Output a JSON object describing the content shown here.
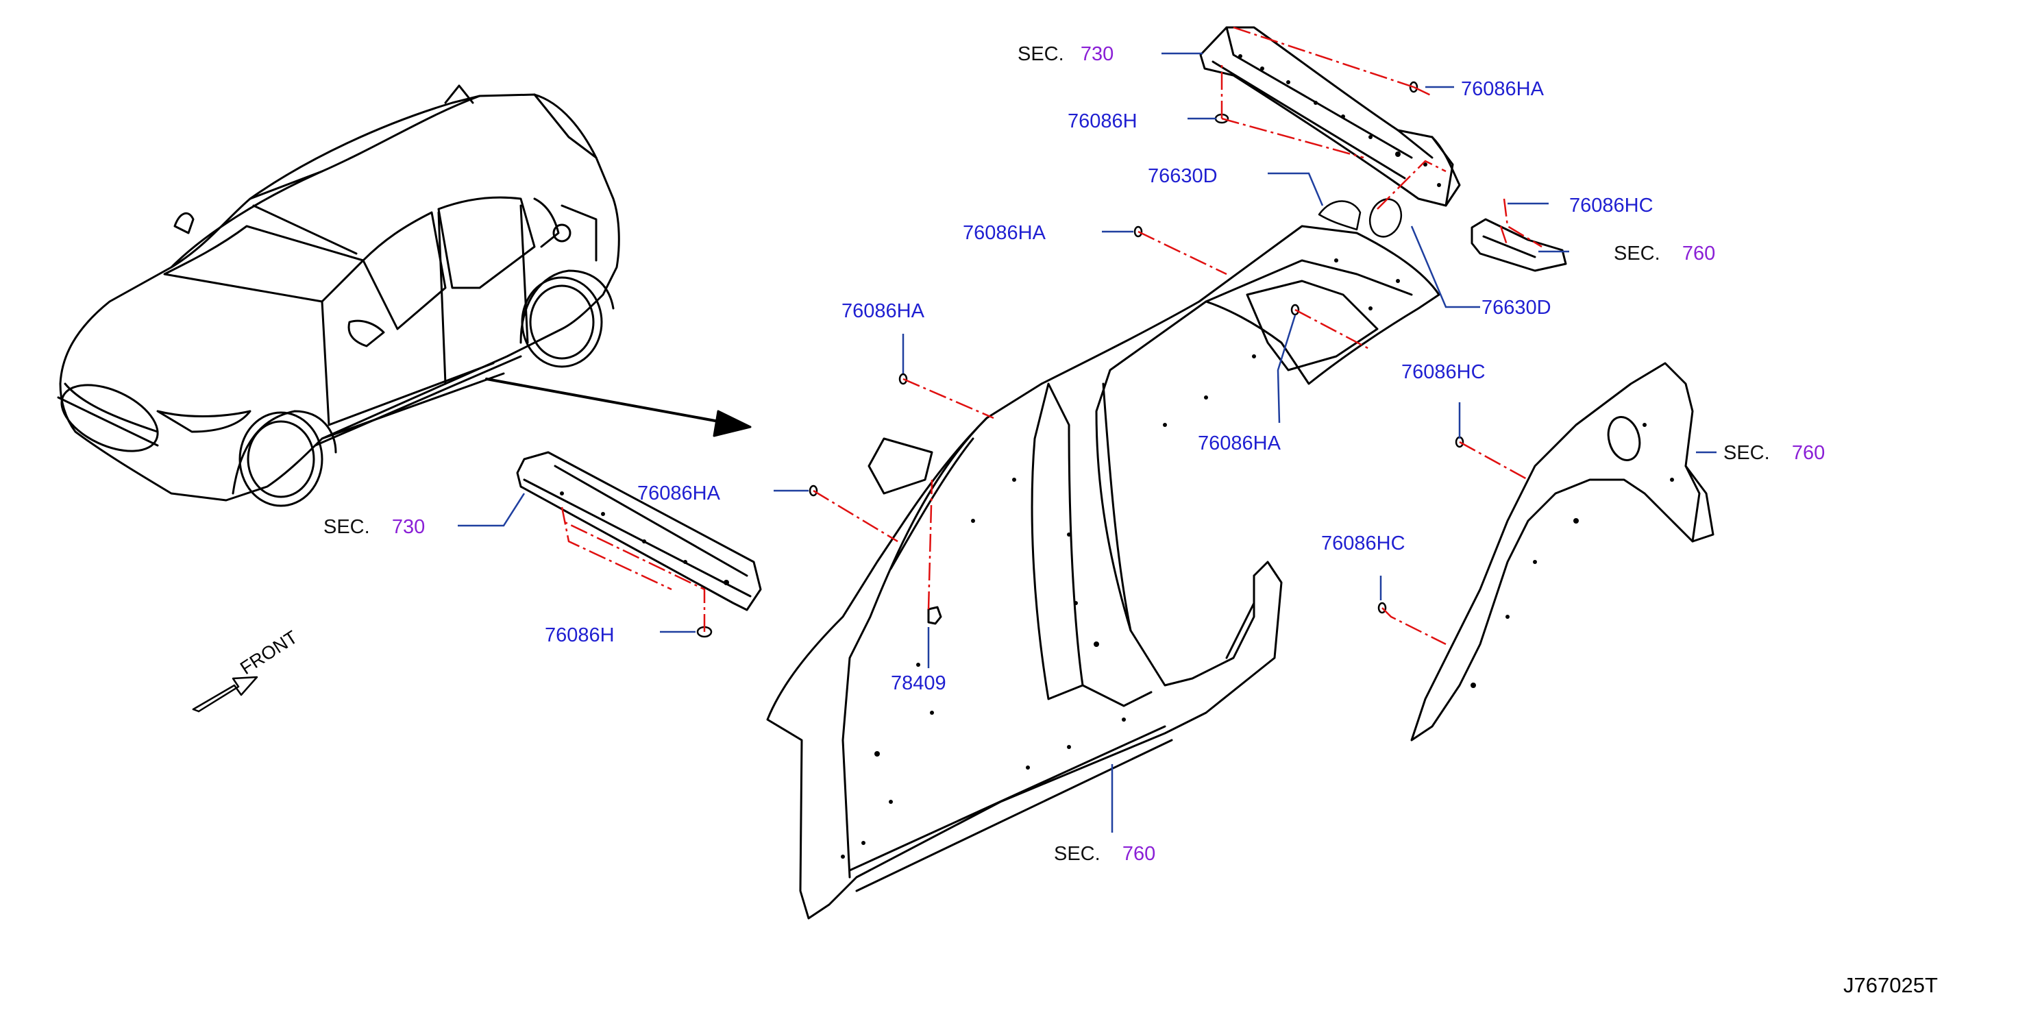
{
  "diagram_code": "J767025T",
  "front_label": "FRONT",
  "colors": {
    "part_label": "#1f1fd1",
    "section_number": "#8a1fd6",
    "leader": "#1f3f9f",
    "center_line": "#e01010",
    "outline": "#000000"
  },
  "labels": {
    "sec_730_top": {
      "sec": "SEC.",
      "num": "730"
    },
    "sec_730_left": {
      "sec": "SEC.",
      "num": "730"
    },
    "sec_760_right_upper": {
      "sec": "SEC.",
      "num": "760"
    },
    "sec_760_right_fender": {
      "sec": "SEC.",
      "num": "760"
    },
    "sec_760_bottom": {
      "sec": "SEC.",
      "num": "760"
    },
    "p_76086HA_top_right": "76086HA",
    "p_76086H_top": "76086H",
    "p_76630D_upper": "76630D",
    "p_76086HC_top": "76086HC",
    "p_76630D_lower": "76630D",
    "p_76086HA_roofrail": "76086HA",
    "p_76086HA_pillar_upper": "76086HA",
    "p_76086HA_inner": "76086HA",
    "p_76086HC_fender_upper": "76086HC",
    "p_76086HA_left": "76086HA",
    "p_76086H_left": "76086H",
    "p_78409": "78409",
    "p_76086HC_fender_lower": "76086HC"
  }
}
